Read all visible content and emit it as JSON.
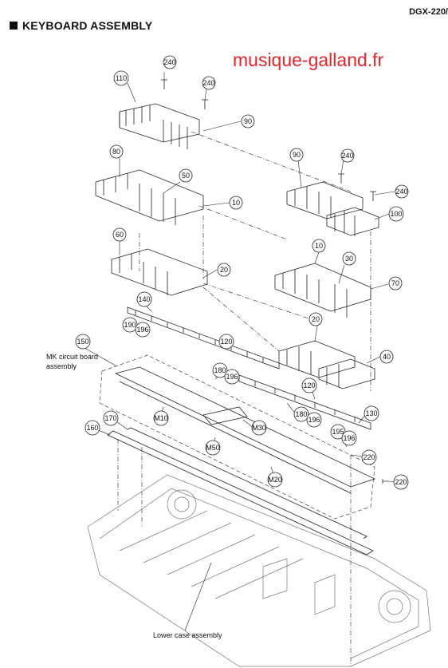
{
  "header": {
    "model": "DGX-220/",
    "section_title": "KEYBOARD ASSEMBLY",
    "watermark": "musique-galland.fr"
  },
  "callouts": [
    {
      "id": "c240a",
      "text": "240"
    },
    {
      "id": "c240b",
      "text": "240"
    },
    {
      "id": "c110",
      "text": "110"
    },
    {
      "id": "c90a",
      "text": "90"
    },
    {
      "id": "c80",
      "text": "80"
    },
    {
      "id": "c50",
      "text": "50"
    },
    {
      "id": "c10a",
      "text": "10"
    },
    {
      "id": "c90b",
      "text": "90"
    },
    {
      "id": "c240c",
      "text": "240"
    },
    {
      "id": "c240d",
      "text": "240"
    },
    {
      "id": "c100",
      "text": "100"
    },
    {
      "id": "c60",
      "text": "60"
    },
    {
      "id": "c20a",
      "text": "20"
    },
    {
      "id": "c10b",
      "text": "10"
    },
    {
      "id": "c30",
      "text": "30"
    },
    {
      "id": "c70",
      "text": "70"
    },
    {
      "id": "c140",
      "text": "140"
    },
    {
      "id": "c190a",
      "text": "190"
    },
    {
      "id": "c196a",
      "text": "196"
    },
    {
      "id": "c120a",
      "text": "120"
    },
    {
      "id": "c20b",
      "text": "20"
    },
    {
      "id": "c150",
      "text": "150"
    },
    {
      "id": "c40",
      "text": "40"
    },
    {
      "id": "c180a",
      "text": "180"
    },
    {
      "id": "c196b",
      "text": "196"
    },
    {
      "id": "c120b",
      "text": "120"
    },
    {
      "id": "c180b",
      "text": "180"
    },
    {
      "id": "c196c",
      "text": "196"
    },
    {
      "id": "c130",
      "text": "130"
    },
    {
      "id": "c170",
      "text": "170"
    },
    {
      "id": "c160",
      "text": "160"
    },
    {
      "id": "cM10",
      "text": "M10"
    },
    {
      "id": "cM30",
      "text": "M30"
    },
    {
      "id": "c195",
      "text": "195"
    },
    {
      "id": "c196d",
      "text": "196"
    },
    {
      "id": "cM50",
      "text": "M50"
    },
    {
      "id": "c220a",
      "text": "220"
    },
    {
      "id": "cM20",
      "text": "M20"
    },
    {
      "id": "c220b",
      "text": "220"
    }
  ],
  "labels": {
    "mk_line1": "MK circuit board",
    "mk_line2": "assembly",
    "lower_case": "Lower case assembly"
  }
}
